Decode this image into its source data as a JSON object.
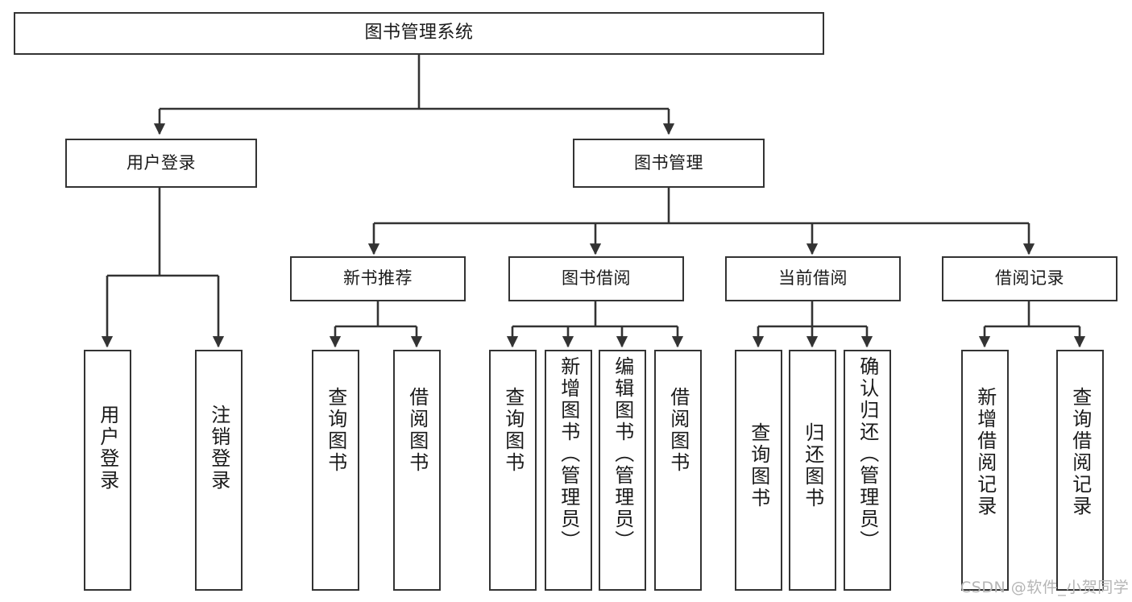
{
  "diagram": {
    "title": "图书管理系统",
    "type": "tree-hierarchy",
    "background_color": "#ffffff",
    "line_color": "#333333",
    "text_color": "#1a1a1a"
  },
  "nodes": {
    "root": {
      "label": "图书管理系统"
    },
    "level2": [
      {
        "id": "user-login",
        "label": "用户登录"
      },
      {
        "id": "book-management",
        "label": "图书管理"
      }
    ],
    "level3": [
      {
        "id": "new-book-recommend",
        "label": "新书推荐"
      },
      {
        "id": "book-borrow",
        "label": "图书借阅"
      },
      {
        "id": "current-borrow",
        "label": "当前借阅"
      },
      {
        "id": "borrow-record",
        "label": "借阅记录"
      }
    ],
    "leaves": {
      "user_login": [
        {
          "id": "leaf-user-login",
          "label": "用户登录"
        },
        {
          "id": "leaf-logout-login",
          "label": "注销登录"
        }
      ],
      "new_book_recommend": [
        {
          "id": "leaf-query-book-1",
          "label": "查询图书"
        },
        {
          "id": "leaf-borrow-book-1",
          "label": "借阅图书"
        }
      ],
      "book_borrow": [
        {
          "id": "leaf-query-book-2",
          "label": "查询图书"
        },
        {
          "id": "leaf-add-book",
          "label": "新增图书（管理员）"
        },
        {
          "id": "leaf-edit-book",
          "label": "编辑图书（管理员）"
        },
        {
          "id": "leaf-borrow-book-2",
          "label": "借阅图书"
        }
      ],
      "current_borrow": [
        {
          "id": "leaf-query-book-3",
          "label": "查询图书"
        },
        {
          "id": "leaf-return-book",
          "label": "归还图书"
        },
        {
          "id": "leaf-confirm-return",
          "label": "确认归还（管理员）"
        }
      ],
      "borrow_record": [
        {
          "id": "leaf-add-borrow-record",
          "label": "新增借阅记录"
        },
        {
          "id": "leaf-query-borrow-record",
          "label": "查询借阅记录"
        }
      ]
    }
  },
  "watermark": {
    "text": "CSDN @软件_小贺同学"
  }
}
